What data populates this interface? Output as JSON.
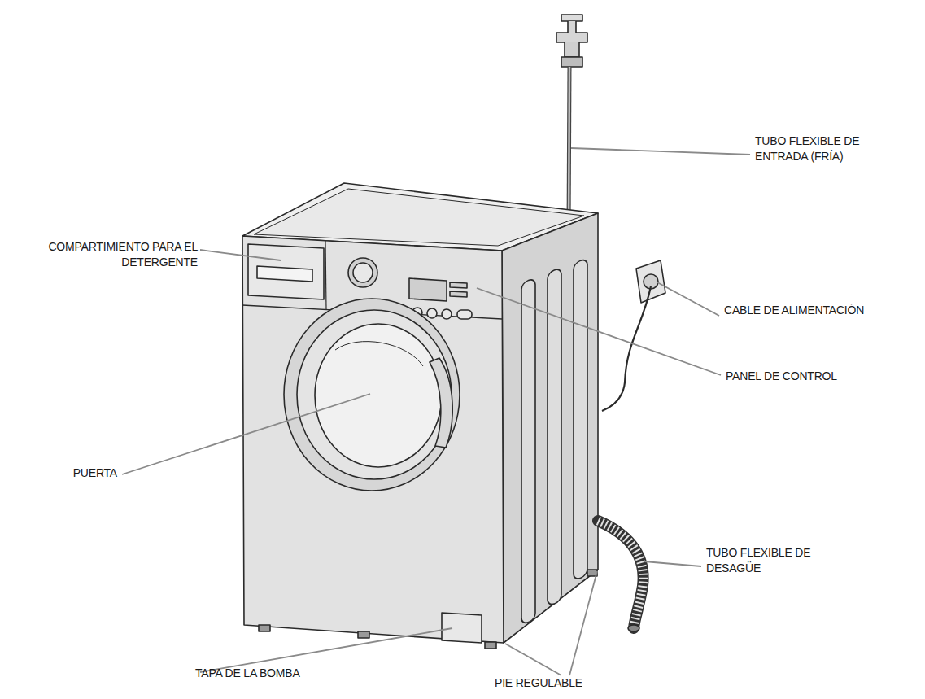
{
  "diagram": {
    "labels": [
      "TUBO FLEXIBLE DE ENTRADA (FRÍA)",
      "COMPARTIMIENTO PARA EL DETERGENTE",
      "CABLE DE ALIMENTACIÓN",
      "PANEL DE CONTROL",
      "PUERTA",
      "TUBO FLEXIBLE DE DESAGÜE",
      "TAPA DE LA BOMBA",
      "PIE REGULABLE"
    ]
  }
}
